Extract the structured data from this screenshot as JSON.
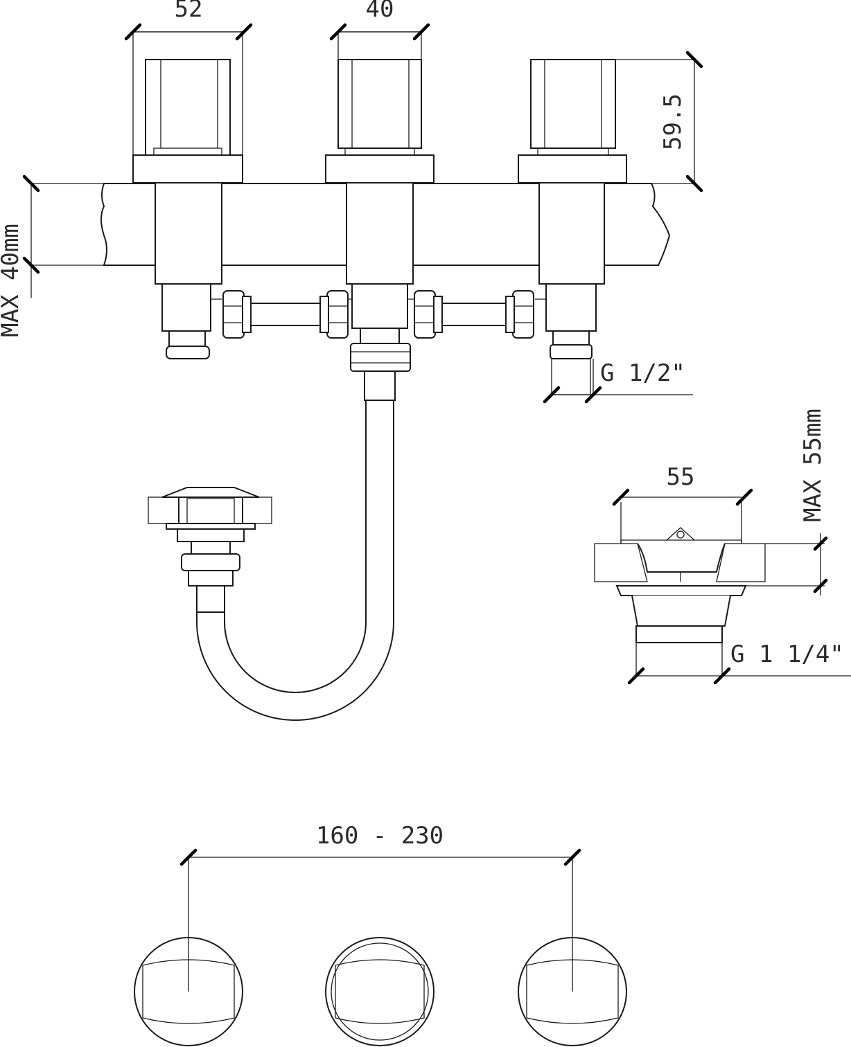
{
  "dimensions": {
    "handle_width": "52",
    "spout_width": "40",
    "handle_height": "59.5",
    "max_deck_thickness": "MAX  40mm",
    "inlet_thread": "G 1/2\"",
    "waste_width": "55",
    "max_waste_deck": "MAX 55mm",
    "waste_thread": "G 1 1/4\"",
    "center_distance": "160 - 230"
  }
}
